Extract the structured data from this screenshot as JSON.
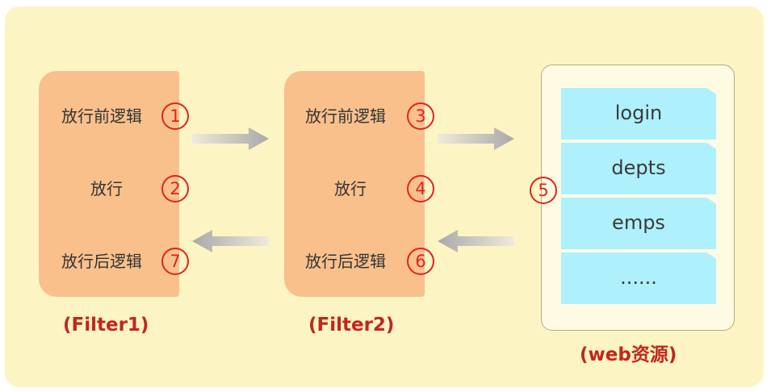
{
  "filter1": {
    "rows": [
      {
        "text": "放行前逻辑",
        "num": "1"
      },
      {
        "text": "放行",
        "num": "2"
      },
      {
        "text": "放行后逻辑",
        "num": "7"
      }
    ],
    "label": "(Filter1)"
  },
  "filter2": {
    "rows": [
      {
        "text": "放行前逻辑",
        "num": "3"
      },
      {
        "text": "放行",
        "num": "4"
      },
      {
        "text": "放行后逻辑",
        "num": "6"
      }
    ],
    "label": "(Filter2)"
  },
  "web": {
    "num": "5",
    "resources": [
      "login",
      "depts",
      "emps",
      "......"
    ],
    "label": "(web资源)"
  },
  "colors": {
    "background": "#fdf4c4",
    "filter_fill": "#f9c08c",
    "resource_fill": "#aef0fb",
    "accent_red": "#e0231f",
    "arrow_gray": "#c8c8c8"
  }
}
